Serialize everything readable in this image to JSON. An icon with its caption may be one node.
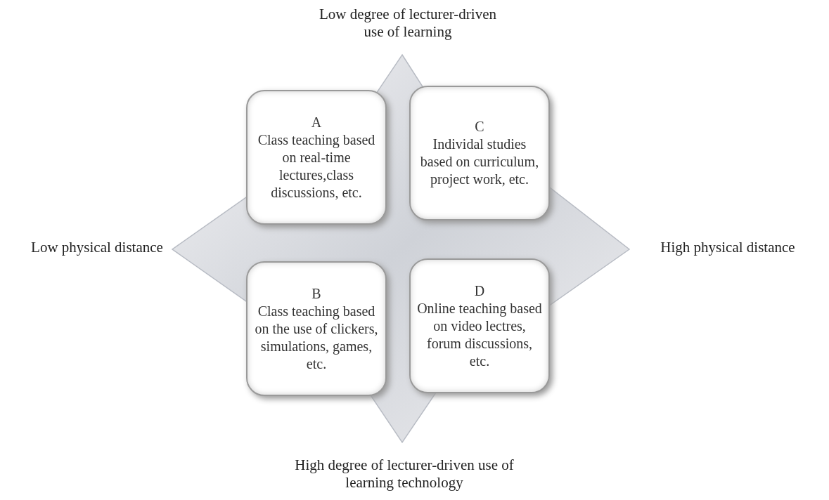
{
  "diagram": {
    "nodes": [
      {
        "text": [
          "A",
          "Class teaching based on real-time lectures,class discussions, etc."
        ]
      },
      {
        "text": [
          "C",
          "Individal studies based on curriculum, project work, etc."
        ]
      },
      {
        "text": [
          "B",
          "Class teaching based on the use of clickers, simulations, games, etc."
        ]
      },
      {
        "text": [
          "D",
          "Online teaching based on video lectres, forum discussions, etc."
        ]
      }
    ],
    "edges": [],
    "labels": [
      "Low degree of lecturer-driven use of learning",
      "Low physical distance",
      "High physical distance",
      "High degree of lecturer-driven use of learning technology"
    ]
  }
}
